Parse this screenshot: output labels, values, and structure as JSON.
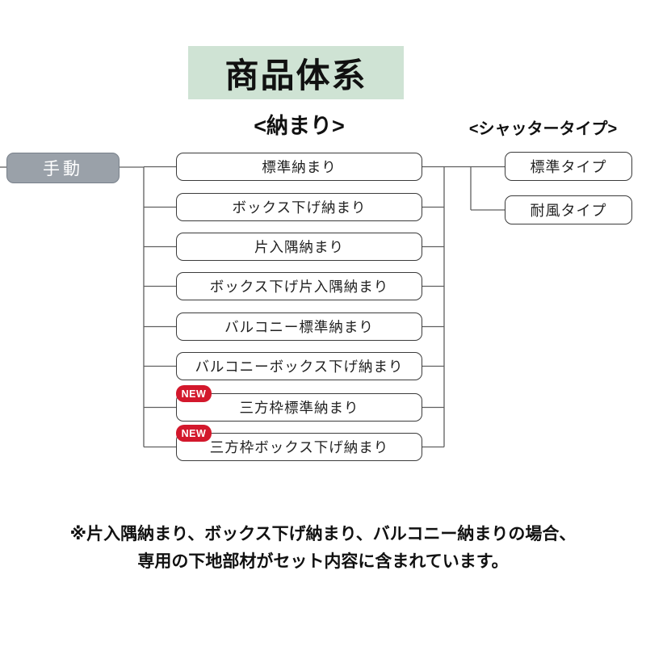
{
  "title": "商品体系",
  "headings": {
    "osamari": "<納まり>",
    "shutter_type": "<シャッタータイプ>"
  },
  "root": {
    "label": "手動"
  },
  "new_badge_label": "NEW",
  "osamari_items": [
    {
      "label": "標準納まり",
      "new": false
    },
    {
      "label": "ボックス下げ納まり",
      "new": false
    },
    {
      "label": "片入隅納まり",
      "new": false
    },
    {
      "label": "ボックス下げ片入隅納まり",
      "new": false
    },
    {
      "label": "バルコニー標準納まり",
      "new": false
    },
    {
      "label": "バルコニーボックス下げ納まり",
      "new": false
    },
    {
      "label": "三方枠標準納まり",
      "new": true
    },
    {
      "label": "三方枠ボックス下げ納まり",
      "new": true
    }
  ],
  "shutter_types": [
    {
      "label": "標準タイプ"
    },
    {
      "label": "耐風タイプ"
    }
  ],
  "note": {
    "line1": "※片入隅納まり、ボックス下げ納まり、バルコニー納まりの場合、",
    "line2": "専用の下地部材がセット内容に含まれています。"
  },
  "colors": {
    "title_bg": "#cfe3d4",
    "root_bg": "#9aa1a9",
    "root_border": "#79818b",
    "badge_red": "#d3182c",
    "box_border": "#3b3b3b",
    "line": "#5f5f5f"
  }
}
